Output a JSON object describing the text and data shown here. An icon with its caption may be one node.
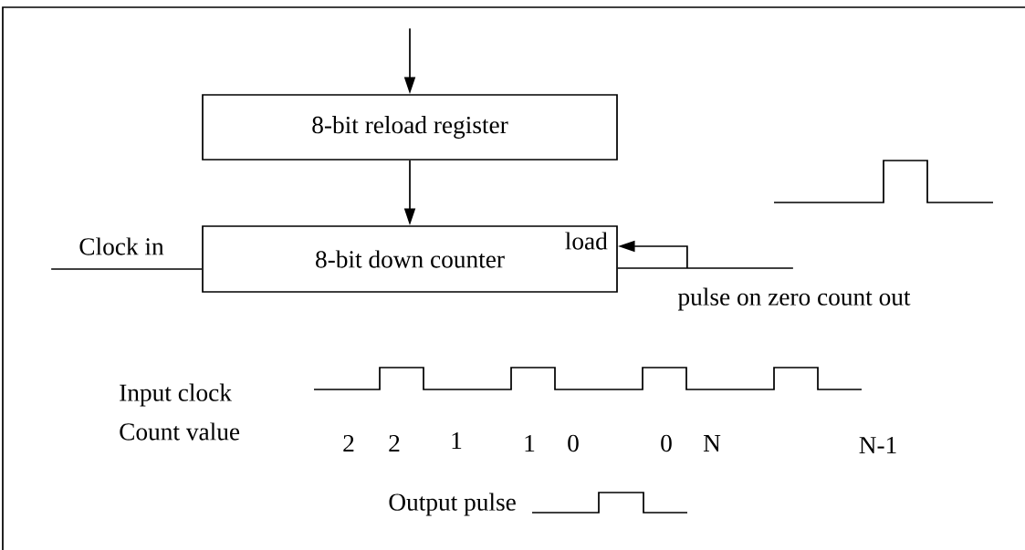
{
  "diagram": {
    "nodes": [
      {
        "text": [
          "8-bit reload register"
        ]
      },
      {
        "text": [
          "8-bit down counter",
          "load"
        ]
      }
    ],
    "edges": [
      {
        "from": null,
        "to": 0,
        "arrow": "to"
      },
      {
        "from": 0,
        "to": 1,
        "arrow": "to"
      },
      {
        "from": null,
        "to": 1,
        "arrow": "none",
        "label": "Clock in"
      },
      {
        "from": 1,
        "to": null,
        "arrow": "none",
        "label": "pulse on zero count out"
      },
      {
        "from": null,
        "to": 1,
        "arrow": "to"
      }
    ],
    "labels": [
      "Input clock",
      "Count value",
      "2",
      "2",
      "1",
      "1",
      "0",
      "0",
      "N",
      "N-1",
      "Output pulse"
    ]
  }
}
